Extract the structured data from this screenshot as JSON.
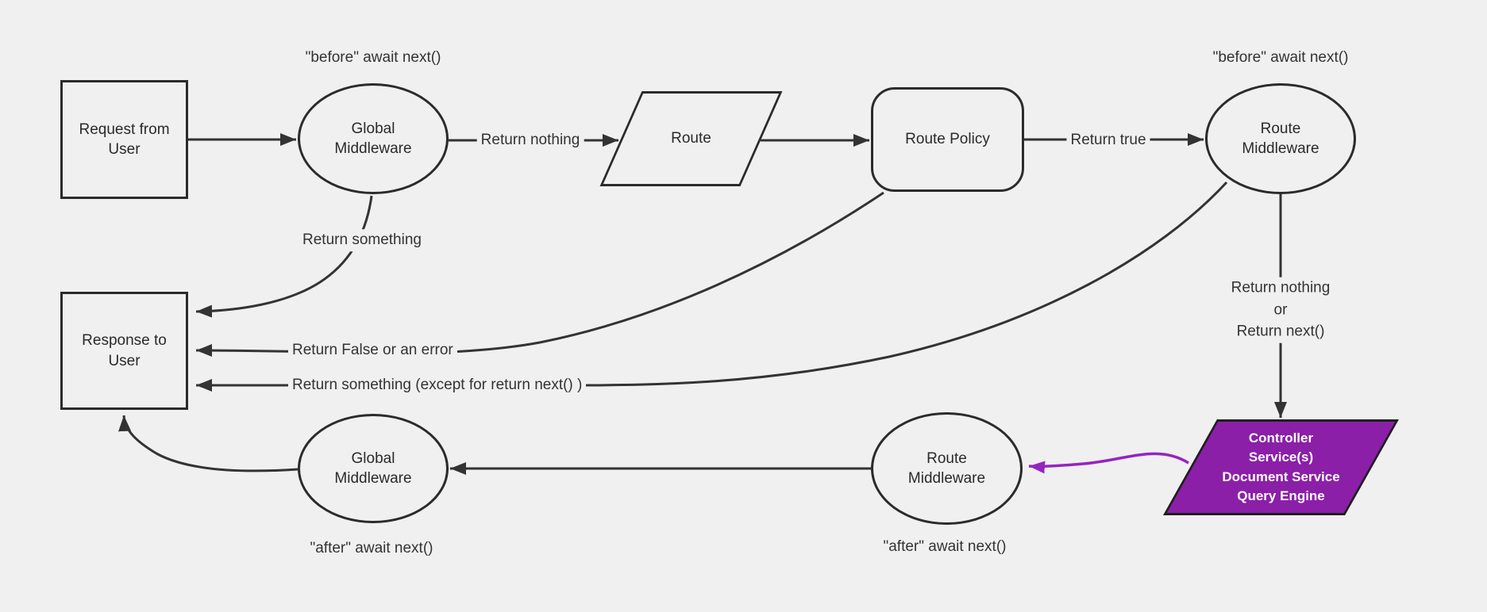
{
  "diagram": {
    "type": "flowchart",
    "colors": {
      "background": "#f0f0f0",
      "node_stroke": "#2b2b2b",
      "edge_stroke": "#333333",
      "text": "#333333",
      "highlight_fill": "#8b1fa8",
      "highlight_edge": "#9425be",
      "highlight_text": "#ffffff"
    },
    "nodes": {
      "request": {
        "label": "Request from\nUser",
        "shape": "rectangle"
      },
      "global_middleware_top": {
        "label": "Global\nMiddleware",
        "shape": "ellipse"
      },
      "route": {
        "label": "Route",
        "shape": "parallelogram"
      },
      "route_policy": {
        "label": "Route Policy",
        "shape": "rounded-rectangle"
      },
      "route_middleware_top": {
        "label": "Route\nMiddleware",
        "shape": "ellipse"
      },
      "response": {
        "label": "Response to\nUser",
        "shape": "rectangle"
      },
      "global_middleware_bottom": {
        "label": "Global\nMiddleware",
        "shape": "ellipse"
      },
      "route_middleware_bottom": {
        "label": "Route\nMiddleware",
        "shape": "ellipse"
      },
      "controller": {
        "label": "Controller\nService(s)\nDocument Service\nQuery Engine",
        "shape": "parallelogram"
      }
    },
    "edge_labels": {
      "before_await_top_left": "\"before\" await next()",
      "before_await_top_right": "\"before\" await next()",
      "return_nothing": "Return nothing",
      "return_true": "Return true",
      "return_something": "Return something",
      "return_false_or_error": "Return False or an error",
      "return_something_except": "Return something (except for return next() )",
      "return_nothing_or_next": "Return nothing\nor\nReturn next()",
      "after_await_bottom_left": "\"after\" await next()",
      "after_await_bottom_right": "\"after\" await next()"
    }
  }
}
